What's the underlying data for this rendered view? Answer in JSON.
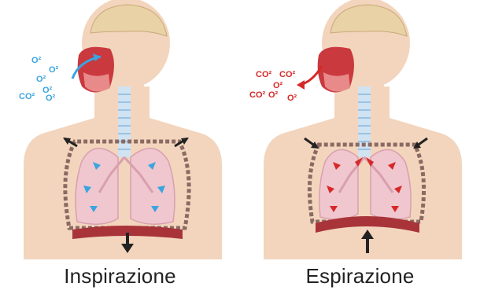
{
  "colors": {
    "skin": "#f3d5bd",
    "skin_shadow": "#e7bea0",
    "lung": "#f0c6cf",
    "lung_shadow": "#d8a0ae",
    "diaphragm": "#a8343a",
    "rib": "#8a6a62",
    "trachea": "#cfe3f3",
    "inhale_accent": "#3aa4e0",
    "exhale_accent": "#d62828",
    "chest_arrow": "#222222"
  },
  "panels": [
    {
      "id": "inspiration",
      "label": "Inspirazione",
      "gas": [
        "O²",
        "O²",
        "O²",
        "O²",
        "CO²",
        "O²"
      ],
      "accent": "#3aa4e0",
      "chest": "expand",
      "diaphragm": "down"
    },
    {
      "id": "expiration",
      "label": "Espirazione",
      "gas": [
        "CO²",
        "CO²",
        "CO²",
        "O²",
        "O²",
        "O²"
      ],
      "accent": "#d62828",
      "chest": "contract",
      "diaphragm": "up"
    }
  ]
}
